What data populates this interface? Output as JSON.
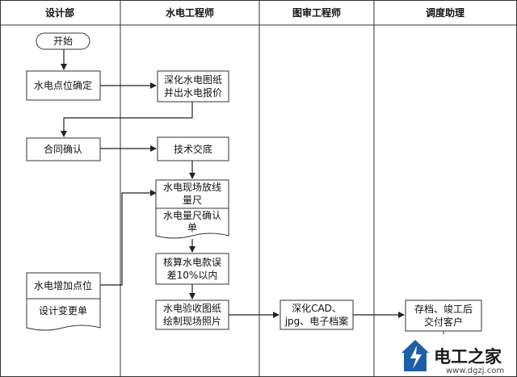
{
  "lanes": [
    "设计部",
    "水电工程师",
    "图审工程师",
    "调度助理"
  ],
  "nodes": {
    "start": "开始",
    "locate_line1": "水电点位确定",
    "deepen_line1": "深化水电图纸",
    "deepen_line2": "并出水电报价",
    "contract": "合同确认",
    "tech": "技术交底",
    "measure_line1": "水电现场放线",
    "measure_line2": "量尺",
    "measure_doc_line1": "水电量尺确认",
    "measure_doc_line2": "单",
    "add_point": "水电增加点位",
    "change_doc": "设计变更单",
    "calc_line1": "核算水电款误",
    "calc_line2": "差10%以内",
    "accept_line1": "水电验收图纸",
    "accept_line2": "绘制现场照片",
    "cad_line1": "深化CAD、",
    "cad_line2": "jpg、电子档案",
    "archive_line1": "存档、竣工后",
    "archive_line2": "交付客户"
  },
  "watermark": {
    "main": "电工之家",
    "sub": "www.dgzj.com"
  }
}
